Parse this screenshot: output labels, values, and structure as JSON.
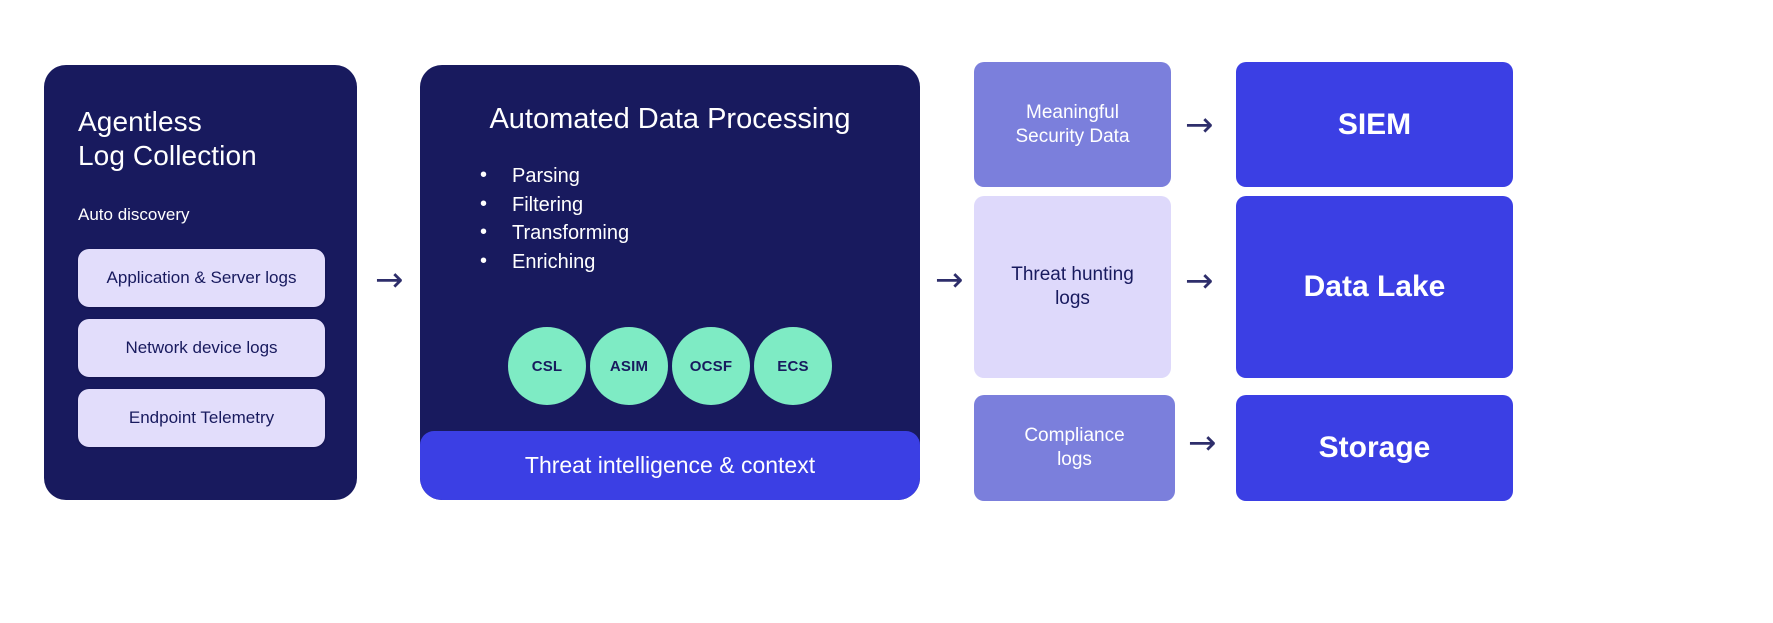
{
  "diagram": {
    "collection": {
      "title": "Agentless\nLog Collection",
      "subtitle": "Auto discovery",
      "chips": [
        "Application & Server logs",
        "Network device logs",
        "Endpoint Telemetry"
      ]
    },
    "processing": {
      "title": "Automated Data Processing",
      "bullet_glyph": "•",
      "steps": [
        "Parsing",
        "Filtering",
        "Transforming",
        "Enriching"
      ],
      "standards": [
        "CSL",
        "ASIM",
        "OCSF",
        "ECS"
      ],
      "footer": "Threat intelligence & context"
    },
    "outputs": [
      {
        "data_label": "Meaningful\nSecurity Data",
        "destination": "SIEM"
      },
      {
        "data_label": "Threat hunting\nlogs",
        "destination": "Data Lake"
      },
      {
        "data_label": "Compliance\nlogs",
        "destination": "Storage"
      }
    ],
    "arrow_glyph": "→",
    "colors": {
      "panel_navy": "#181a5e",
      "accent_blue": "#3b3fe4",
      "mint": "#7eebc4",
      "periwinkle": "#7b7fdc",
      "lavender": "#ded9fb",
      "chip": "#e2ddfb",
      "arrow": "#2e2e6b",
      "background": "#ffffff"
    }
  }
}
